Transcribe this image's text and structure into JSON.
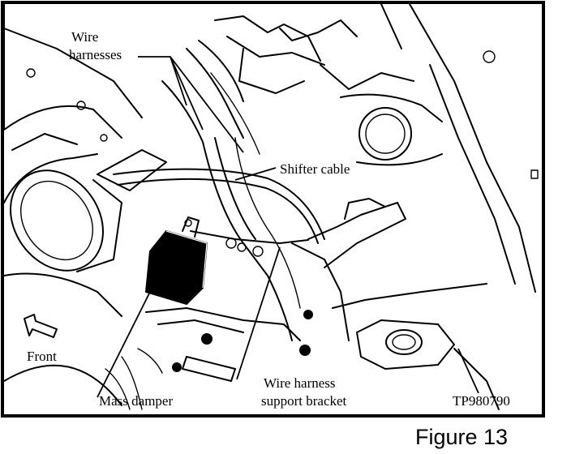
{
  "labels": {
    "wire_harnesses_line1": "Wire",
    "wire_harnesses_line2": "harnesses",
    "shifter_cable": "Shifter cable",
    "front": "Front",
    "mass_damper": "Mass damper",
    "wire_harness_bracket_line1": "Wire harness",
    "wire_harness_bracket_line2": "support bracket",
    "part_code": "TP980790"
  },
  "caption": "Figure 13"
}
